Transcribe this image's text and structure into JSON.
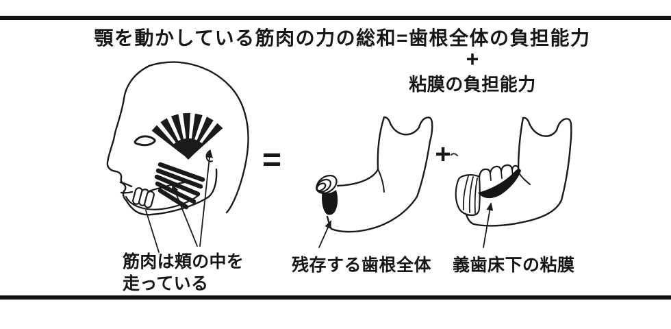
{
  "colors": {
    "ink": "#1a1a1a",
    "frame_bar": "#111111",
    "background": "#ffffff"
  },
  "title": {
    "main": "顎を動かしている筋肉の力の総和=歯根全体の負担能力",
    "plus": "+",
    "secondary": "粘膜の負担能力"
  },
  "equation": {
    "equals": "=",
    "plus": "+"
  },
  "labels": {
    "muscle_line1": "筋肉は頬の中を",
    "muscle_line2": "走っている",
    "remaining_roots": "残存する歯根全体",
    "denture_mucosa": "義歯床下の粘膜"
  },
  "figures": {
    "head": "head-profile-with-jaw-muscles-illustration",
    "jaw_roots": "mandible-with-remaining-root-illustration",
    "jaw_denture": "mandible-with-denture-mucosa-illustration"
  }
}
